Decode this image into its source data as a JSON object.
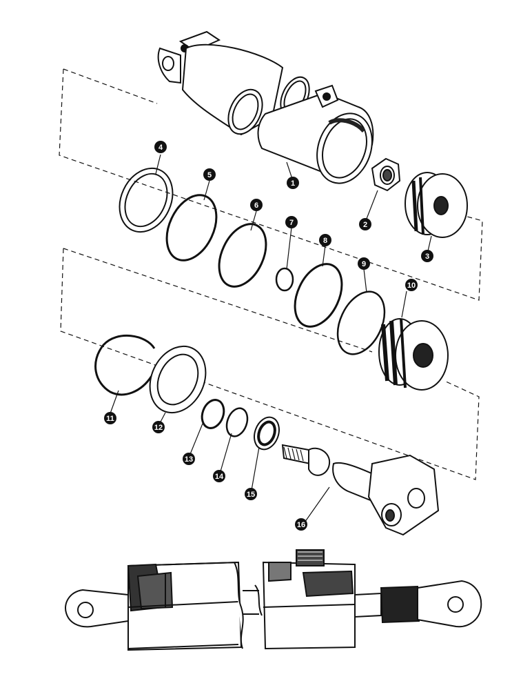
{
  "diagram": {
    "callouts": [
      {
        "id": "1",
        "label": "1"
      },
      {
        "id": "2",
        "label": "2"
      },
      {
        "id": "3",
        "label": "3"
      },
      {
        "id": "4",
        "label": "4"
      },
      {
        "id": "5",
        "label": "5"
      },
      {
        "id": "6",
        "label": "6"
      },
      {
        "id": "7",
        "label": "7"
      },
      {
        "id": "8",
        "label": "8"
      },
      {
        "id": "9",
        "label": "9"
      },
      {
        "id": "10",
        "label": "10"
      },
      {
        "id": "11",
        "label": "11"
      },
      {
        "id": "12",
        "label": "12"
      },
      {
        "id": "13",
        "label": "13"
      },
      {
        "id": "14",
        "label": "14"
      },
      {
        "id": "15",
        "label": "15"
      },
      {
        "id": "16",
        "label": "16"
      }
    ],
    "colors": {
      "ink": "#111111",
      "paper": "#ffffff",
      "shade": "#2a2a2a"
    }
  }
}
